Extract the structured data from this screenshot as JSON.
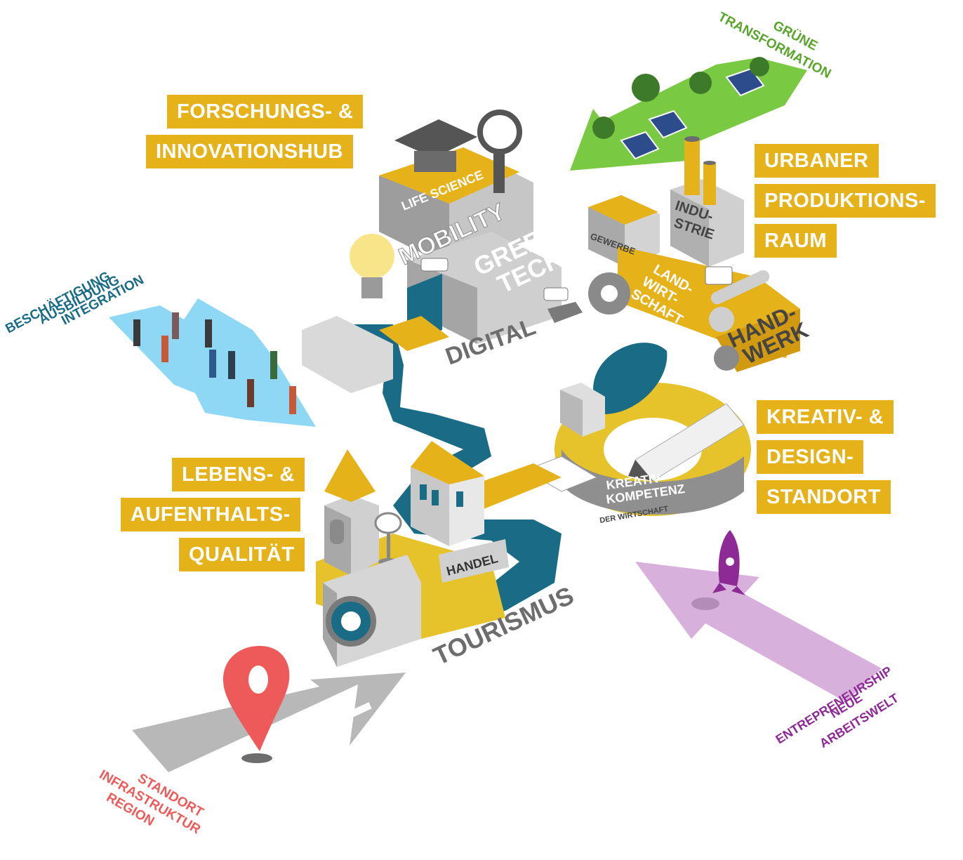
{
  "colors": {
    "yellow": "#e6b21a",
    "green": "#7ac943",
    "blue": "#7fd0f0",
    "purple": "#d6a8d8",
    "red": "#ee5a5a",
    "teal": "#1a6b85",
    "grey": "#bdbdbd",
    "dark_grey": "#6d6d6d",
    "text_green": "#5aa52c",
    "text_teal": "#1a6b85",
    "text_purple": "#8e2a96",
    "text_red": "#ee5a5a"
  },
  "labels": {
    "forschung": [
      "FORSCHUNGS- &",
      "INNOVATIONSHUB"
    ],
    "urbaner": [
      "URBANER",
      "PRODUKTIONS-",
      "RAUM"
    ],
    "kreativ": [
      "KREATIV- &",
      "DESIGN-",
      "STANDORT"
    ],
    "lebens": [
      "LEBENS- &",
      "AUFENTHALTS-",
      "QUALITÄT"
    ]
  },
  "arrows": {
    "gruene": [
      "GRÜNE",
      "TRANSFORMATION"
    ],
    "beschaeftigung": [
      "BESCHÄFTIGUNG",
      "AUSBILDUNG",
      "INTEGRATION"
    ],
    "entrepreneurship": [
      "ENTREPRENEURSHIP",
      "NEUE",
      "ARBEITSWELT"
    ],
    "standort": [
      "STANDORT",
      "INFRASTRUKTUR",
      "REGION"
    ]
  },
  "iso_labels": {
    "life_science": "LIFE SCIENCE",
    "mobility": "MOBILITY",
    "green_tech": [
      "GREEN",
      "TECH"
    ],
    "digital": "DIGITAL",
    "gewerbe": "GEWERBE",
    "industrie": [
      "INDU-",
      "STRIE"
    ],
    "landwirtschaft": [
      "LAND-",
      "WIRT-",
      "SCHAFT"
    ],
    "handwerk": [
      "HAND-",
      "WERK"
    ],
    "kreativkompetenz": [
      "KREATIV-",
      "KOMPETENZ"
    ],
    "der_wirtschaft": "DER WIRTSCHAFT",
    "handel": "HANDEL",
    "tourismus": "TOURISMUS"
  }
}
